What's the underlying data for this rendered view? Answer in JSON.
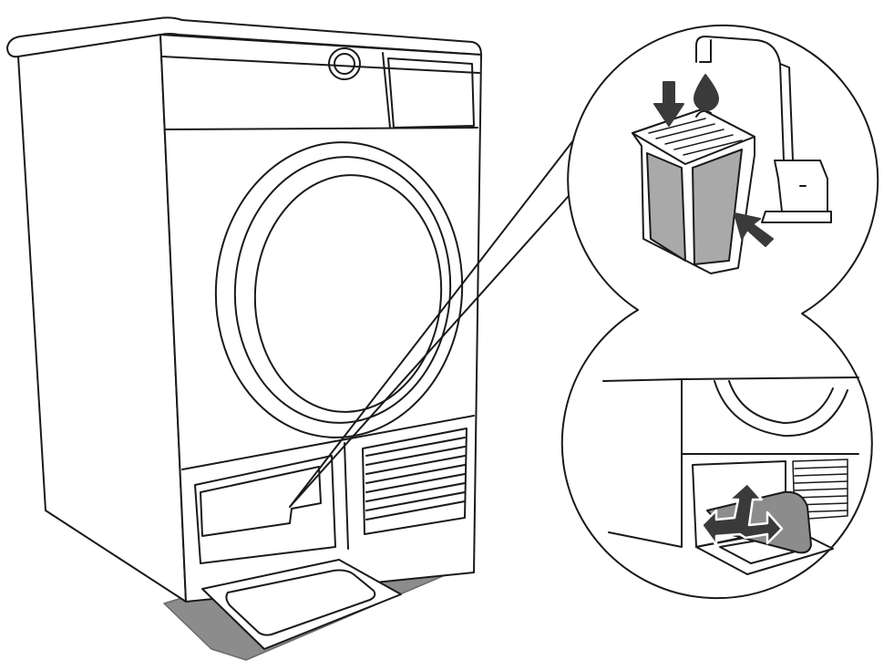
{
  "colors": {
    "line": "#1a1a1a",
    "shadow": "#8c8c8c",
    "panel_fill": "#a9a9a9",
    "arrow": "#3a3a3a",
    "background": "#ffffff"
  },
  "elements": {
    "dryer": "tumble-dryer",
    "callout_top": "filter-cleaning-callout",
    "callout_bottom": "filter-removal-callout",
    "icons": [
      "water-drop-icon",
      "push-down-arrow-icon",
      "push-in-arrow-icon",
      "pull-out-double-arrow-icon"
    ]
  }
}
